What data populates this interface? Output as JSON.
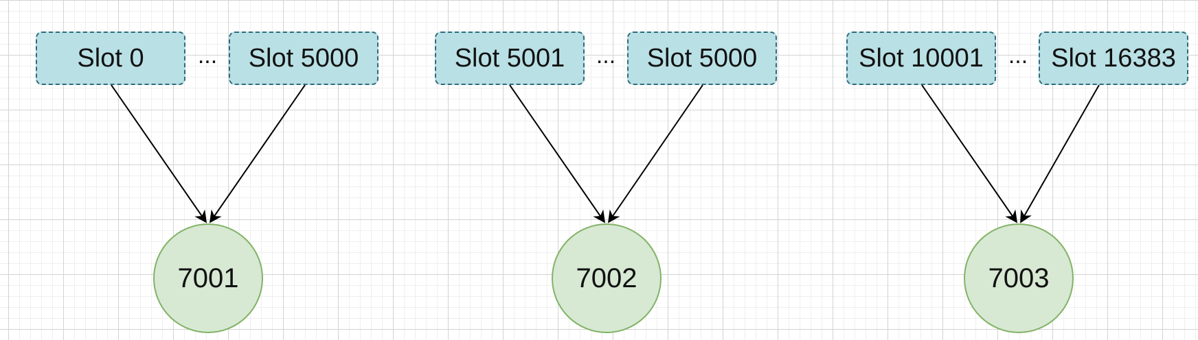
{
  "groups": [
    {
      "left_slot": "Slot 0",
      "ellipsis": "...",
      "right_slot": "Slot 5000",
      "node": "7001"
    },
    {
      "left_slot": "Slot 5001",
      "ellipsis": "...",
      "right_slot": "Slot 5000",
      "node": "7002"
    },
    {
      "left_slot": "Slot 10001",
      "ellipsis": "...",
      "right_slot": "Slot 16383",
      "node": "7003"
    }
  ],
  "colors": {
    "slot_fill": "#b9e0e5",
    "slot_border": "#2f6a7d",
    "node_fill": "#d7e8d3",
    "node_border": "#82b366",
    "arrow": "#000000"
  }
}
